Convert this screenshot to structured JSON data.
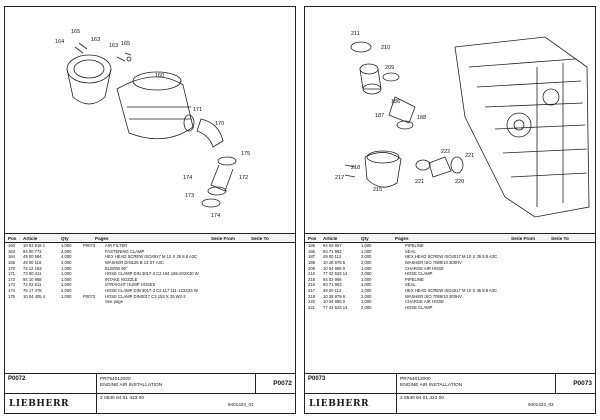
{
  "pages": [
    {
      "code": "P0072",
      "order_no": "PR754012000",
      "title": "ENGINE AIR INSTALLATION",
      "ref": "2 0530  94 01 423 00",
      "doc": "9401423_01",
      "logo": "LIEBHERR",
      "callouts": [
        "164",
        "165",
        "163",
        "163",
        "165",
        "160",
        "171",
        "170",
        "175",
        "174",
        "172",
        "173",
        "174"
      ],
      "columns": [
        "Pos",
        "Article",
        "Qty",
        "Pages",
        "Serie From",
        "Serie To"
      ],
      "rows": [
        [
          "160",
          "10 03 816 1",
          "1,000",
          "P0073",
          "AIR FILTER"
        ],
        [
          "163",
          "94 00 772",
          "2,000",
          "",
          "FASTENING CLAMP"
        ],
        [
          "164",
          "49 00 594",
          "4,000",
          "",
          "HEX HEAD SCREW ISO4017 M 12 X 25 8.8 A3C"
        ],
        [
          "165",
          "49 00 116",
          "4,000",
          "",
          "WASHER DIN125 B 13 ST A3C"
        ],
        [
          "170",
          "74 12 163",
          "1,000",
          "",
          "ELBOW 90°"
        ],
        [
          "171",
          "73 60 411",
          "1,000",
          "",
          "HOSE CLAMP DIN 3017-3 C2 194 186-202X30 W"
        ],
        [
          "172",
          "94 10 868",
          "1,000",
          "",
          "INTAKE NOZZLE"
        ],
        [
          "173",
          "74 02 611",
          "1,000",
          "",
          "STRAIGHT HUMP HOSES"
        ],
        [
          "174",
          "76 17 478",
          "2,000",
          "",
          "HOSE CLAMP DIN 3017-3 C2 117 111-123X25 W"
        ],
        [
          "175",
          "10 04 405 4",
          "1,000",
          "P0073",
          "HOSE CLAMP DIN3017 C2 153 X 25 W2-2"
        ],
        [
          "",
          "",
          "",
          "",
          "See page"
        ]
      ]
    },
    {
      "code": "P0073",
      "order_no": "PR754012000",
      "title": "ENGINE AIR INSTALLATION",
      "ref": "2 0530  94 01 423 00",
      "doc": "9401423_02",
      "logo": "LIEBHERR",
      "callouts": [
        "211",
        "210",
        "209",
        "187",
        "186",
        "188",
        "218",
        "217",
        "215",
        "221",
        "222",
        "220",
        "221"
      ],
      "columns": [
        "Pos",
        "Article",
        "Qty",
        "Pages",
        "Serie From",
        "Serie To"
      ],
      "rows": [
        [
          "185",
          "94 03 957",
          "1,000",
          "",
          "PIPELINE"
        ],
        [
          "186",
          "93 71 962",
          "1,000",
          "",
          "SEAL"
        ],
        [
          "187",
          "49 00 112",
          "2,000",
          "",
          "HEX HEAD SCREW ISO4017 M 10 X 35 8.8 A3C"
        ],
        [
          "188",
          "10 28 979 5",
          "2,000",
          "",
          "WASHER ISO 7089/10 300HV"
        ],
        [
          "209",
          "10 04 685 0",
          "1,000",
          "",
          "CHARGE AIR HOSE"
        ],
        [
          "210",
          "77 42 523 14",
          "2,000",
          "",
          "HOSE CLAMP"
        ],
        [
          "215",
          "94 03 956",
          "1,000",
          "",
          "PIPELINE"
        ],
        [
          "216",
          "93 71 963",
          "1,000",
          "",
          "SEAL"
        ],
        [
          "217",
          "49 00 112",
          "2,000",
          "",
          "HEX HEAD SCREW ISO4017 M 10 X 35 8.8 A3C"
        ],
        [
          "218",
          "10 28 979 5",
          "2,000",
          "",
          "WASHER ISO 7089/10 300HV"
        ],
        [
          "220",
          "10 04 685 0",
          "1,000",
          "",
          "CHARGE AIR HOSE"
        ],
        [
          "221",
          "77 42 523 14",
          "2,000",
          "",
          "HOSE CLAMP"
        ]
      ]
    }
  ]
}
